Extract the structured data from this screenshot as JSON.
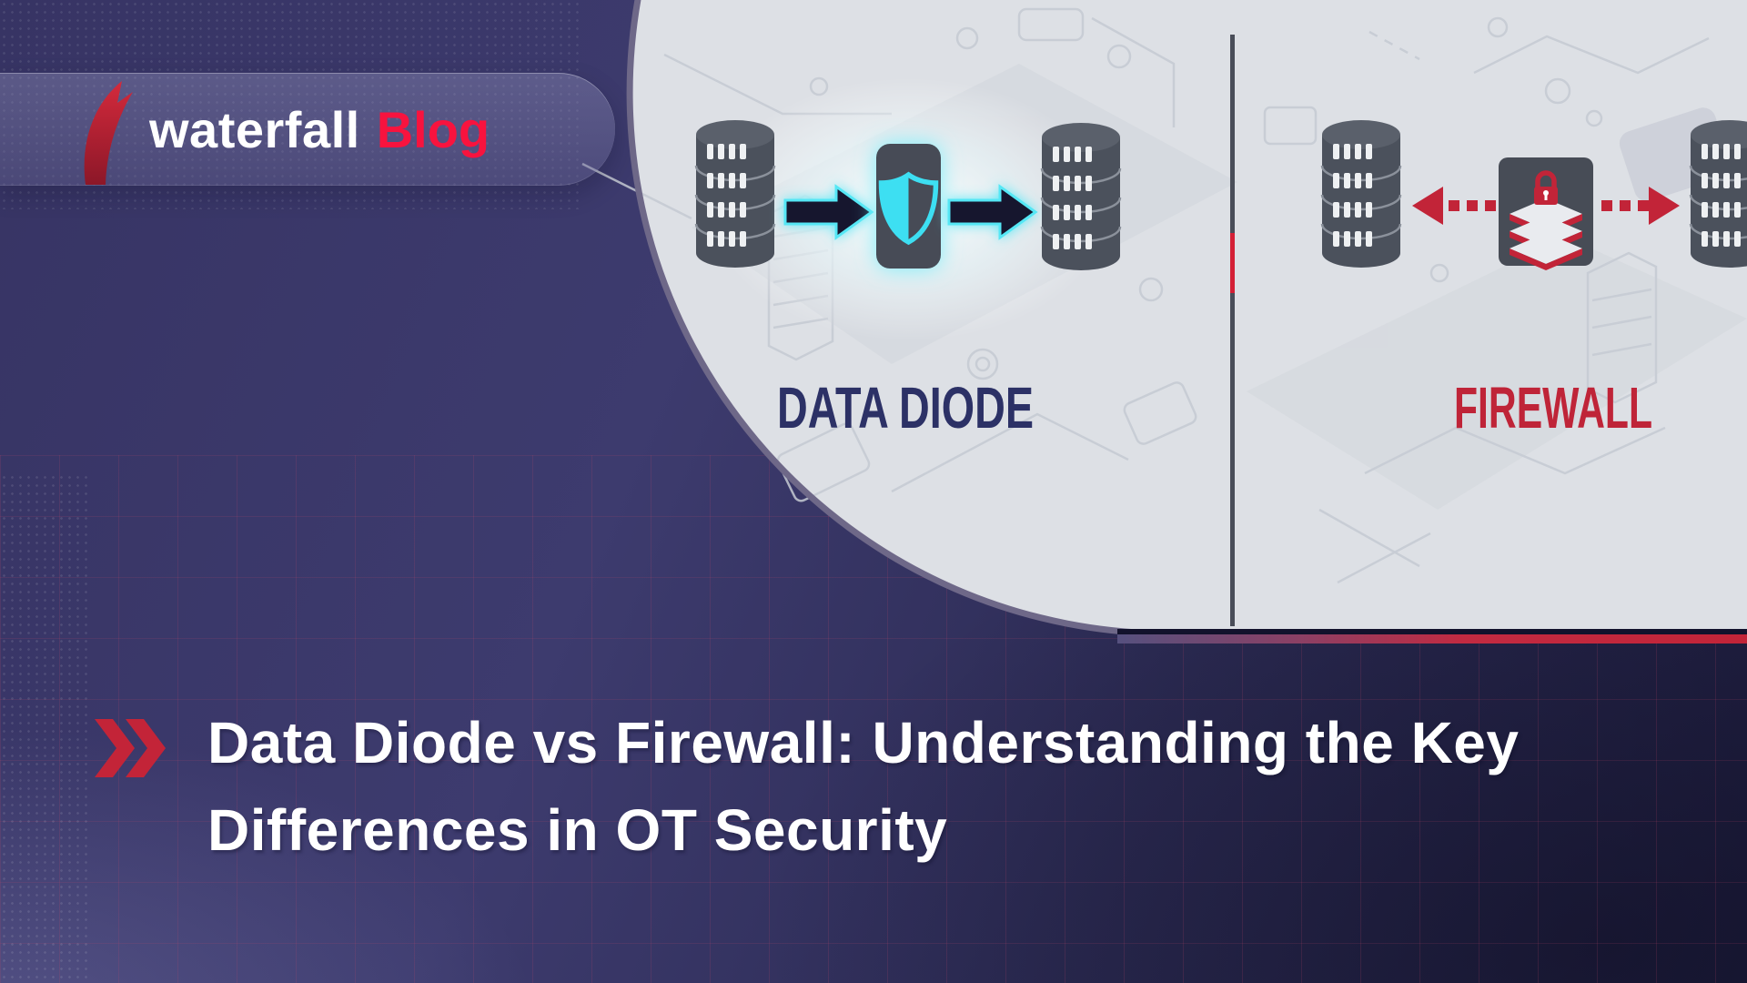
{
  "brand": {
    "logo_text": "waterfall",
    "logo_suffix": "Blog"
  },
  "hero": {
    "left_label": "DATA DIODE",
    "right_label": "FIREWALL"
  },
  "title": {
    "line1": "Data Diode vs Firewall: Understanding the Key",
    "line2": "Differences in OT Security"
  },
  "colors": {
    "background_navy": "#37346a",
    "panel_gray": "#dde0e5",
    "accent_red": "#c22438",
    "brand_red": "#f8133e",
    "cyan_glow": "#4de4f4",
    "diode_label_navy": "#2c3166",
    "firewall_label_red": "#bf2438",
    "title_white": "#ffffff"
  }
}
